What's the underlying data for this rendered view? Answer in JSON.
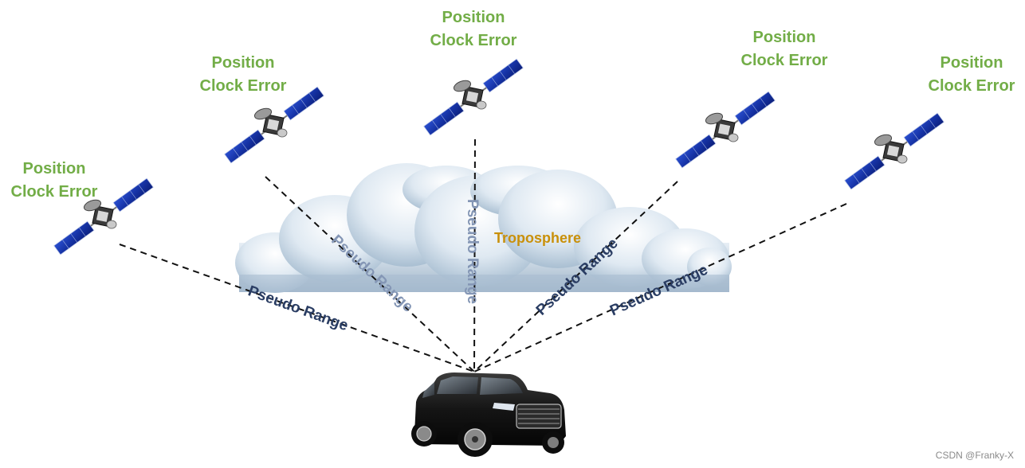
{
  "colors": {
    "satellite_label": "#72ad47",
    "pseudo_range_dark": "#2a3d63",
    "pseudo_range_light": "#8496b5",
    "troposphere": "#c9900a",
    "watermark": "#8a8a8a"
  },
  "satellites": [
    {
      "position_label": "Position",
      "clock_label": "Clock Error"
    },
    {
      "position_label": "Position",
      "clock_label": "Clock Error"
    },
    {
      "position_label": "Position",
      "clock_label": "Clock Error"
    },
    {
      "position_label": "Position",
      "clock_label": "Clock Error"
    },
    {
      "position_label": "Position",
      "clock_label": "Clock Error"
    }
  ],
  "pseudo_ranges": [
    "Pseudo Range",
    "Pseudo Range",
    "Pseudo Range",
    "Pseudo Range",
    "Pseudo Range"
  ],
  "troposphere_label": "Troposphere",
  "watermark": "CSDN @Franky-X",
  "icons": {
    "satellite": "satellite-icon",
    "cloud": "cloud-icon",
    "vehicle": "suv-car-icon"
  }
}
